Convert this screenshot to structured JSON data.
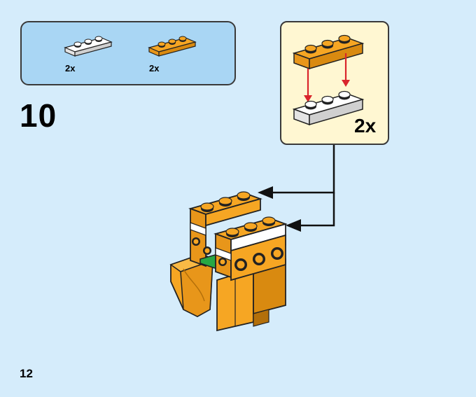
{
  "parts_list": {
    "items": [
      {
        "color": "white",
        "hex": "#ffffff",
        "qty": "2x"
      },
      {
        "color": "orange",
        "hex": "#f6a623",
        "qty": "2x"
      }
    ]
  },
  "step": {
    "number": "10"
  },
  "submodel": {
    "qty": "2x"
  },
  "page": {
    "number": "12"
  },
  "colors": {
    "orange": "#f6a623",
    "orange_dark": "#d98a10",
    "green": "#27a844",
    "arrow_red": "#d9252c",
    "white": "#ffffff"
  }
}
